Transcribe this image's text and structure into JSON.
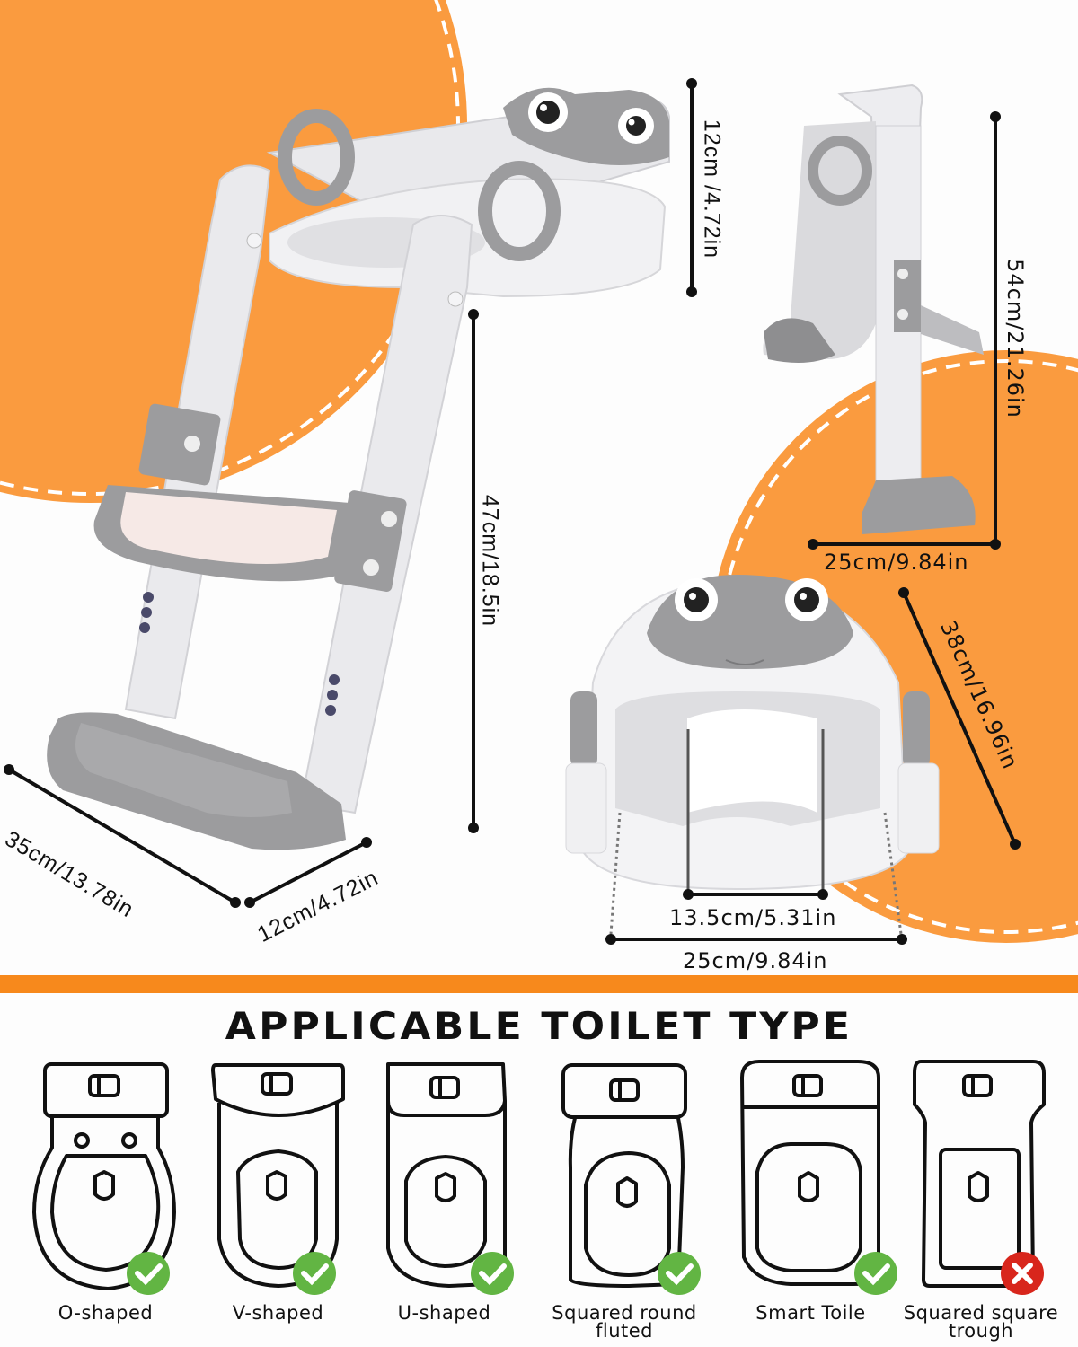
{
  "colors": {
    "orange": "#FA9B3F",
    "divider_orange": "#F7891C",
    "plastic_white": "#EDEDF0",
    "plastic_gray": "#9C9C9E",
    "check_green": "#62B543",
    "cross_red": "#D8261C",
    "line": "#111111"
  },
  "ladder_view": {
    "dim_top_height": "12cm /4.72in",
    "dim_total_height": "47cm/18.5in",
    "dim_step_width": "35cm/13.78in",
    "dim_step_depth": "12cm/4.72in"
  },
  "side_view": {
    "dim_height": "54cm/21.26in",
    "dim_depth": "25cm/9.84in"
  },
  "seat_view": {
    "dim_diagonal": "38cm/16.96in",
    "dim_opening": "13.5cm/5.31in",
    "dim_width": "25cm/9.84in"
  },
  "section": {
    "title": "APPLICABLE TOILET TYPE"
  },
  "toilet_types": [
    {
      "label": "O-shaped",
      "label2": "",
      "compatible": true,
      "status_icon": "check-icon"
    },
    {
      "label": "V-shaped",
      "label2": "",
      "compatible": true,
      "status_icon": "check-icon"
    },
    {
      "label": "U-shaped",
      "label2": "",
      "compatible": true,
      "status_icon": "check-icon"
    },
    {
      "label": "Squared round",
      "label2": "fluted",
      "compatible": true,
      "status_icon": "check-icon"
    },
    {
      "label": "Smart Toile",
      "label2": "",
      "compatible": true,
      "status_icon": "check-icon"
    },
    {
      "label": "Squared square",
      "label2": "trough",
      "compatible": false,
      "status_icon": "cross-icon"
    }
  ]
}
